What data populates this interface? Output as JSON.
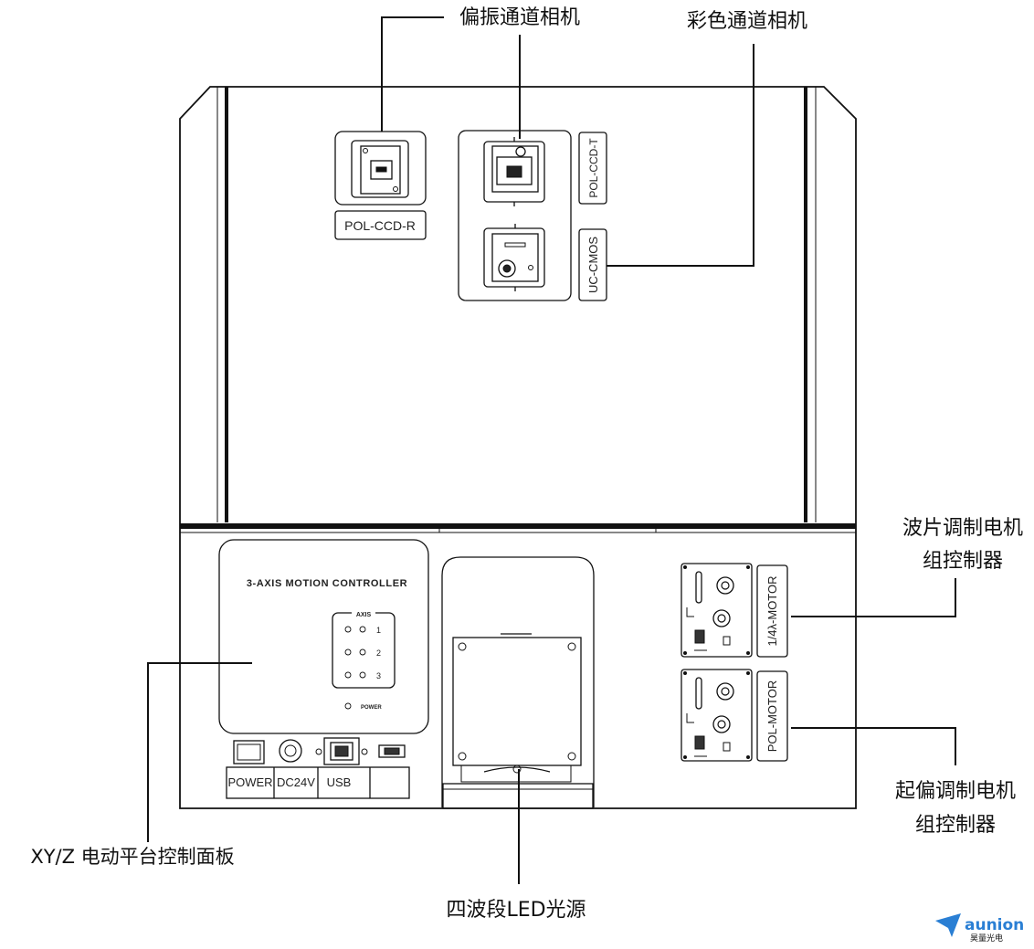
{
  "callouts": {
    "pol_camera": "偏振通道相机",
    "color_camera": "彩色通道相机",
    "waveplate_controller_line1": "波片调制电机",
    "waveplate_controller_line2": "组控制器",
    "polarizer_controller_line1": "起偏调制电机",
    "polarizer_controller_line2": "组控制器",
    "xyz_panel": "XY/Z 电动平台控制面板",
    "led_source": "四波段LED光源"
  },
  "device_labels": {
    "pol_ccd_r": "POL-CCD-R",
    "pol_ccd_t": "POL-CCD-T",
    "uc_cmos": "UC-CMOS",
    "motor_quarter": "1/4λ-MOTOR",
    "motor_pol": "POL-MOTOR"
  },
  "controller": {
    "title": "3-AXIS MOTION CONTROLLER",
    "axis_label": "AXIS",
    "axis_numbers": [
      "1",
      "2",
      "3"
    ],
    "power_led_label": "POWER",
    "ports": [
      "POWER",
      "DC24V",
      "USB",
      ""
    ]
  },
  "logo": {
    "brand": "aunion",
    "sub": "昊量光电",
    "color": "#2a7fd4"
  }
}
